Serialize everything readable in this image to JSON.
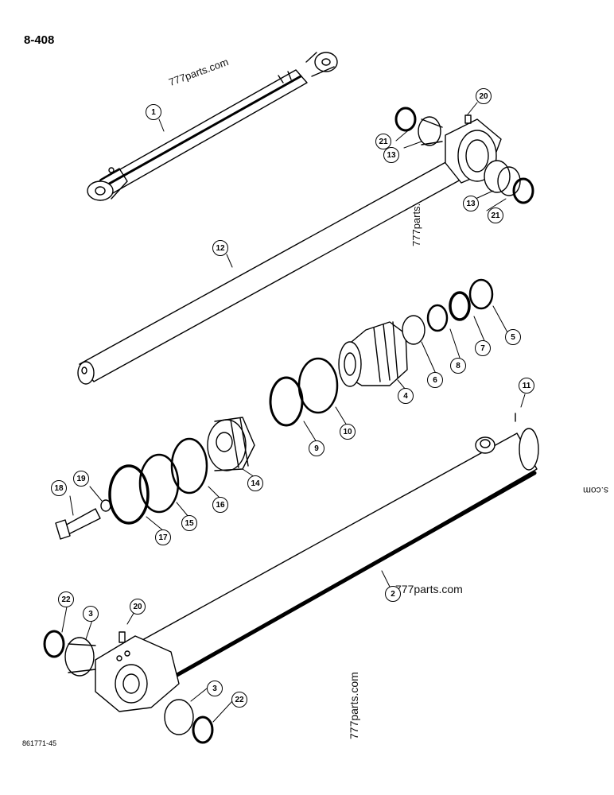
{
  "page_number": "8-408",
  "figure_code": "861771-45",
  "watermarks": [
    "777parts.com",
    "777parts.com",
    "777parts.com",
    "777parts.com",
    "s.com"
  ],
  "callouts": {
    "c1": "1",
    "c12": "12",
    "c20a": "20",
    "c21a": "21",
    "c13a": "13",
    "c13b": "13",
    "c21b": "21",
    "c5": "5",
    "c7": "7",
    "c8": "8",
    "c6": "6",
    "c4": "4",
    "c10": "10",
    "c9": "9",
    "c11": "11",
    "c14": "14",
    "c16": "16",
    "c15": "15",
    "c17": "17",
    "c18": "18",
    "c19": "19",
    "c2": "2",
    "c22a": "22",
    "c3a": "3",
    "c20b": "20",
    "c3b": "3",
    "c22b": "22"
  }
}
